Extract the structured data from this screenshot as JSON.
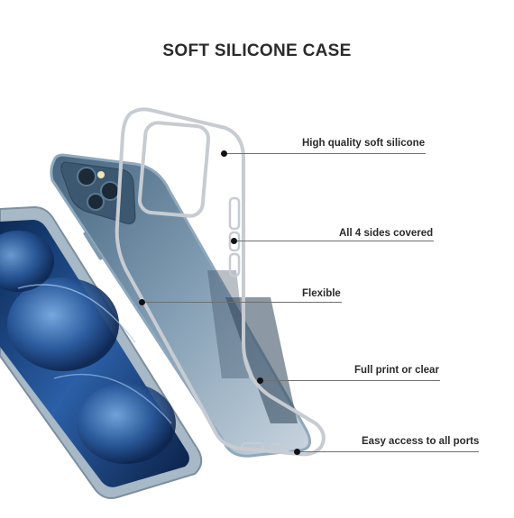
{
  "title": "SOFT SILICONE CASE",
  "callouts": [
    {
      "label": "High quality soft silicone"
    },
    {
      "label": "All 4 sides covered"
    },
    {
      "label": "Flexible"
    },
    {
      "label": "Full print or clear"
    },
    {
      "label": "Easy access to all ports"
    }
  ],
  "colors": {
    "phone_back": "#5f7f98",
    "phone_frame": "#8fa8bc",
    "screen_blue": "#1a3f78",
    "case_outline": "#c9ced4",
    "text": "#2a2a2a"
  }
}
